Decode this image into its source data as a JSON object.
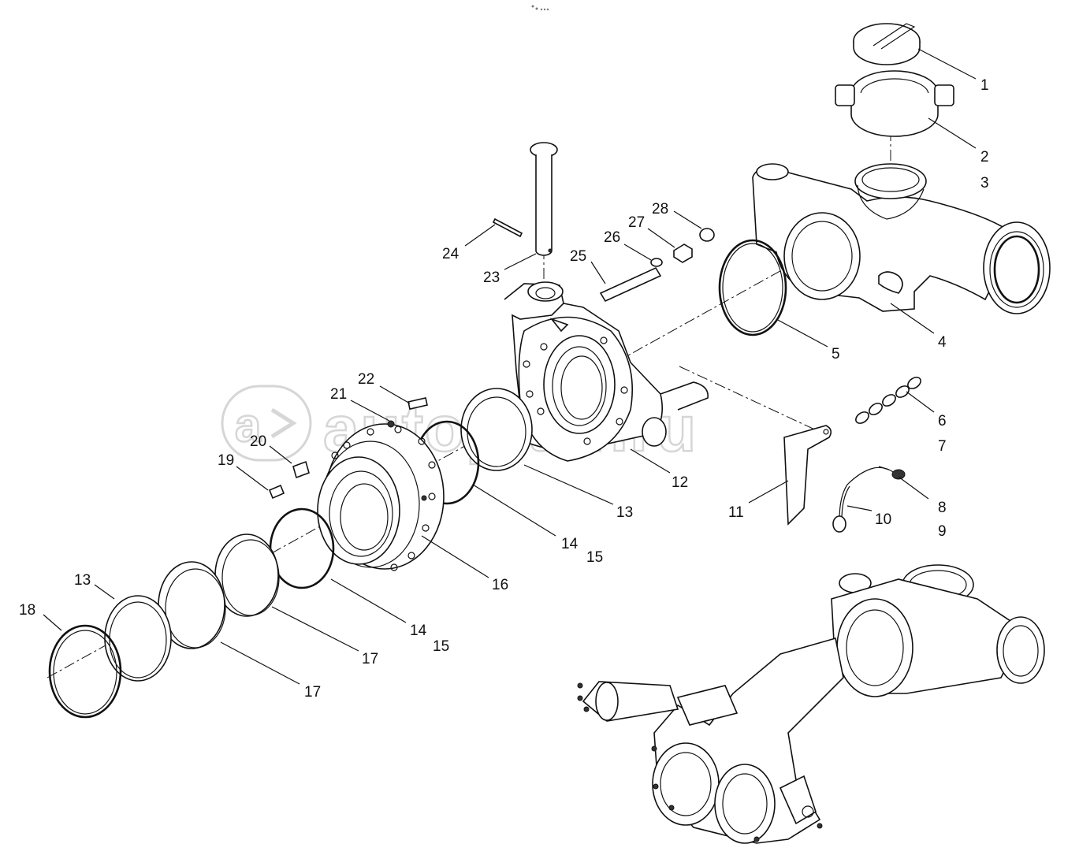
{
  "diagram": {
    "part_labels": [
      "1",
      "2",
      "3",
      "4",
      "5",
      "6",
      "7",
      "8",
      "9",
      "10",
      "11",
      "12",
      "13",
      "14",
      "15",
      "16",
      "17",
      "18",
      "19",
      "20",
      "21",
      "22",
      "23",
      "24",
      "25",
      "26",
      "27",
      "28"
    ],
    "watermark": "autopiter.ru"
  }
}
